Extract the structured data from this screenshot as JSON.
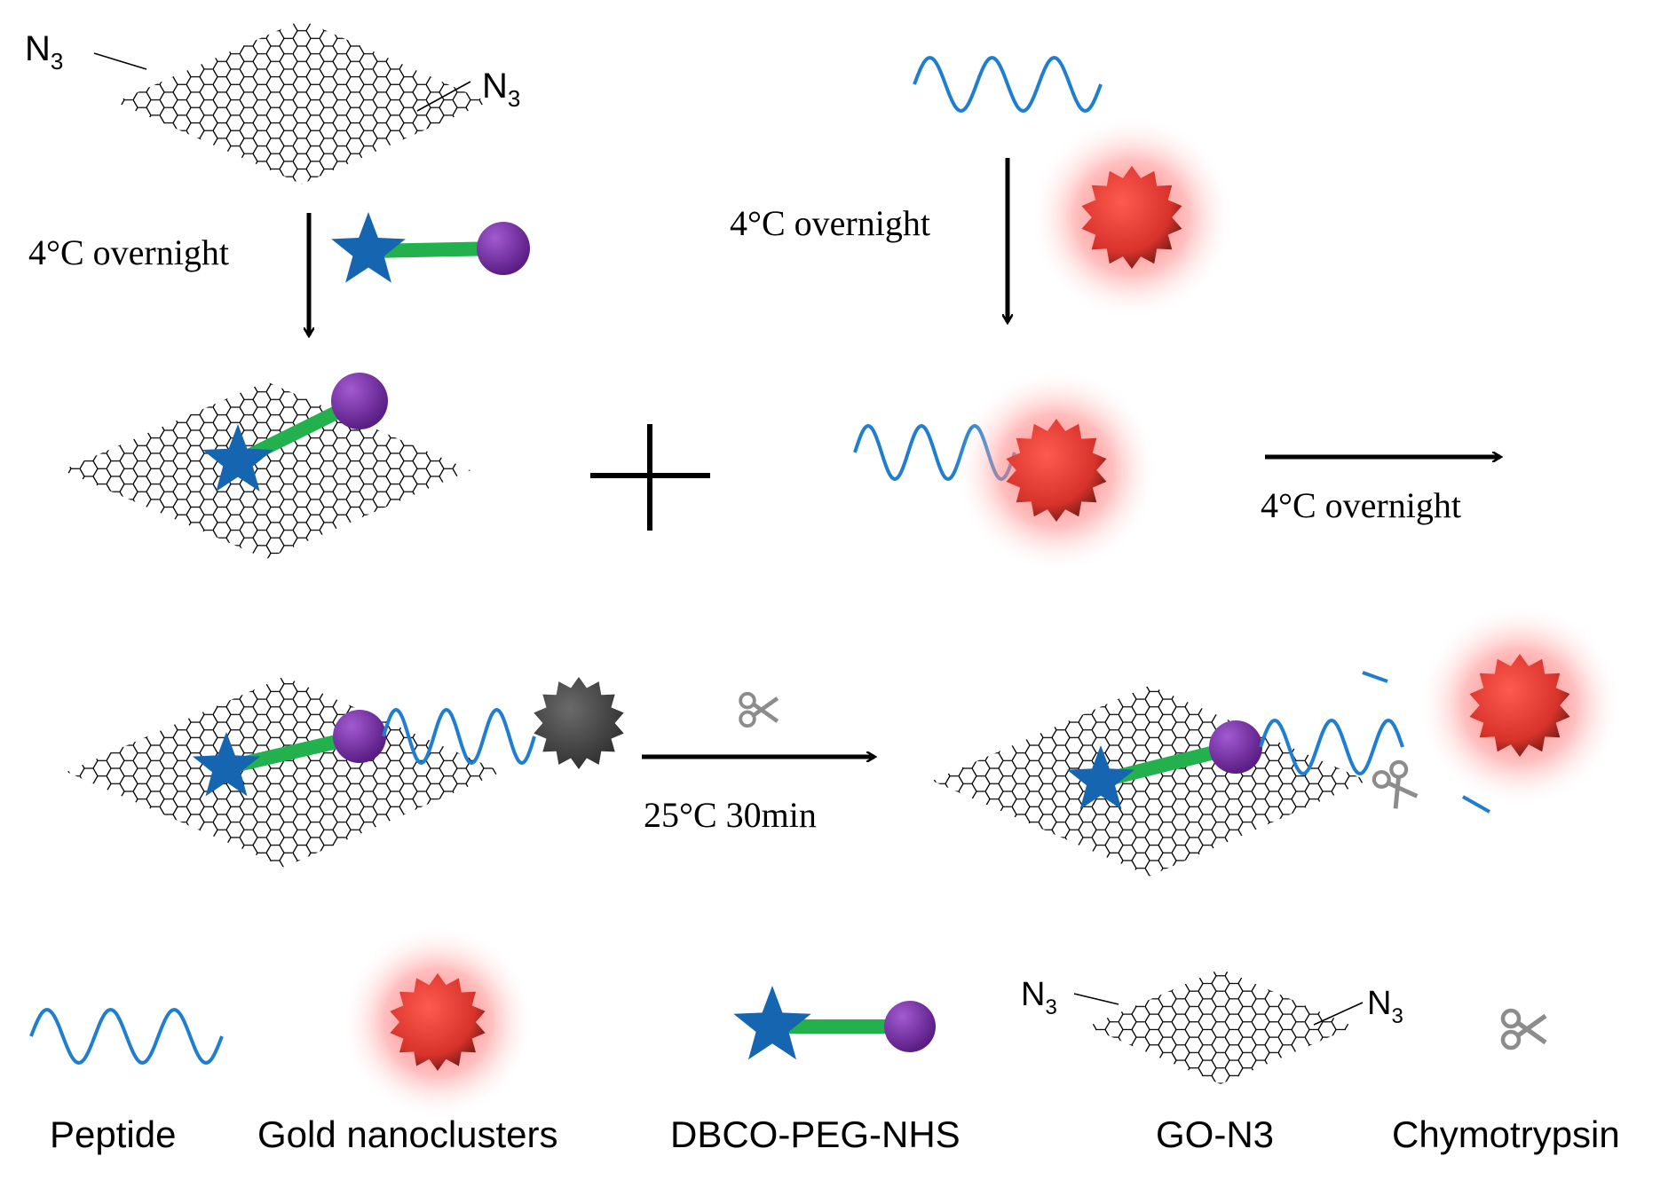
{
  "conditions": {
    "step1": "4°C overnight",
    "step2": "4°C overnight",
    "step3": "4°C overnight",
    "step4": "25°C  30min"
  },
  "symbols": {
    "plus": "+"
  },
  "azide": {
    "base": "N",
    "subscript": "3"
  },
  "legend": {
    "peptide": "Peptide",
    "gold_nanoclusters": "Gold nanoclusters",
    "linker": "DBCO-PEG-NHS",
    "go_n3": "GO-N3",
    "enzyme": "Chymotrypsin"
  },
  "colors": {
    "peptide_wave": "#1f7ed0",
    "star": "#1565b0",
    "peg": "#22b14c",
    "nhs_ball": "#7a2fa6",
    "gold_cluster": "#e53935",
    "gold_glow": "#ff6b6b",
    "quenched_cluster": "#555555",
    "scissors": "#8c8c8c"
  },
  "icons": {
    "scissors": "scissors-icon",
    "graphene": "graphene-oxide-sheet-icon",
    "cluster": "gold-nanocluster-icon"
  }
}
